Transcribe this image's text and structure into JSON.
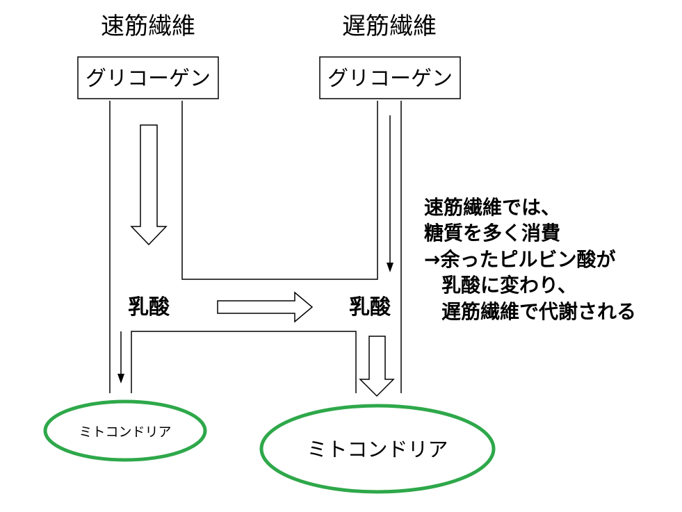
{
  "colors": {
    "line": "#000000",
    "ellipse": "#2ea84a",
    "background": "#ffffff"
  },
  "fast_fiber": {
    "title": "速筋繊維",
    "source": "グリコーゲン",
    "intermediate": "乳酸",
    "destination": "ミトコンドリア"
  },
  "slow_fiber": {
    "title": "遅筋繊維",
    "source": "グリコーゲン",
    "intermediate": "乳酸",
    "destination": "ミトコンドリア"
  },
  "note": {
    "lines": [
      "速筋繊維では、",
      "糖質を多く消費",
      "→余ったピルビン酸が",
      "乳酸に変わり、",
      "遅筋繊維で代謝される"
    ]
  }
}
